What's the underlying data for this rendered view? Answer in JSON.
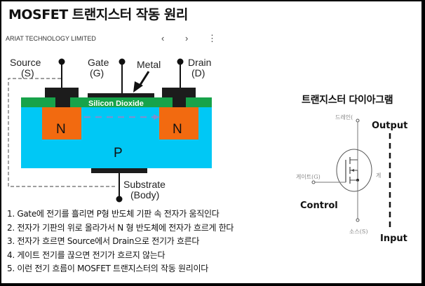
{
  "title": "MOSFET 트랜지스터 작동 원리",
  "source_bar": {
    "name": "ARIAT TECHNOLOGY LIMITED",
    "prev_icon": "‹",
    "next_icon": "›",
    "more_icon": "⋮"
  },
  "cross_section": {
    "source_label": "Source",
    "source_sub": "(S)",
    "gate_label": "Gate",
    "gate_sub": "(G)",
    "metal_label": "Metal",
    "drain_label": "Drain",
    "drain_sub": "(D)",
    "oxide_label": "Silicon Dioxide",
    "n_left": "N",
    "n_right": "N",
    "p_label": "P",
    "substrate_label": "Substrate",
    "substrate_sub": "(Body)",
    "colors": {
      "substrate": "#00c8f5",
      "n_region": "#f26a10",
      "oxide": "#17a34a",
      "metal": "#1c1c1c",
      "electron_arrow": "#7f8fd0"
    }
  },
  "steps": [
    "1. Gate에 전기를 흘리면 P형 반도체 기판 속 전자가 움직인다",
    "2. 전자가 기판의 위로 올라가서 N 형 반도체에 전자가 흐르게 한다",
    "3. 전자가 흐르면 Source에서 Drain으로 전기가 흐른다",
    "4. 게이트 전기를 끊으면 전기가 흐르지 않는다",
    "5. 이런 전기 흐름이 MOSFET 트랜지스터의 작동 원리이다"
  ],
  "symbol_diagram": {
    "title": "트랜지스터 다이아그램",
    "drain_label": "드레인(",
    "gate_label": "게이트(G)",
    "source_label": "소스(S)",
    "side_label": "게",
    "output_label": "Output",
    "control_label": "Control",
    "input_label": "Input"
  }
}
